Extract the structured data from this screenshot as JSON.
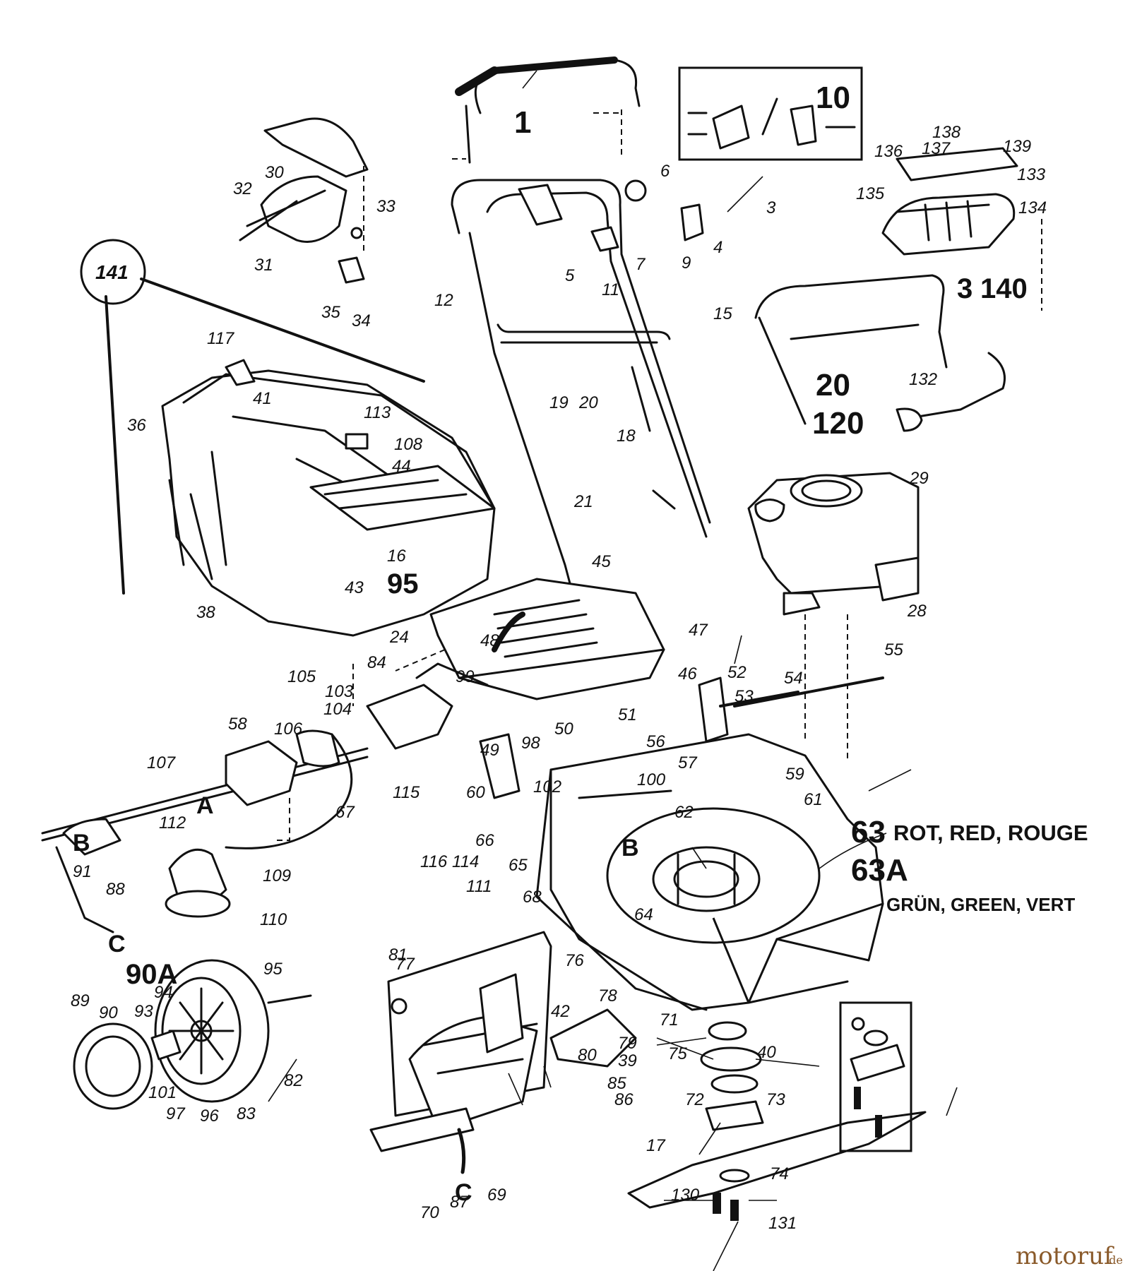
{
  "callouts": [
    {
      "id": "c1",
      "text": "1"
    },
    {
      "id": "c10",
      "text": "10"
    },
    {
      "id": "c3",
      "text": "3"
    },
    {
      "id": "c140",
      "text": "140"
    },
    {
      "id": "c20",
      "text": "20"
    },
    {
      "id": "c120",
      "text": "120"
    },
    {
      "id": "c95b",
      "text": "95"
    },
    {
      "id": "c63",
      "text": "63"
    },
    {
      "id": "c63a",
      "text": "63A"
    },
    {
      "id": "c90a",
      "text": "90A"
    }
  ],
  "color_notes": {
    "red": "ROT, RED, ROUGE",
    "green": "GRÜN, GREEN, VERT"
  },
  "letters": {
    "a": "A",
    "b": "B",
    "c": "C"
  },
  "badge": "141",
  "watermark": {
    "main": "motoruf",
    "suffix": ".de"
  },
  "part_labels": [
    "138",
    "136",
    "137",
    "139",
    "133",
    "135",
    "134",
    "6",
    "3",
    "4",
    "9",
    "7",
    "5",
    "11",
    "12",
    "30",
    "32",
    "33",
    "31",
    "35",
    "34",
    "15",
    "18",
    "19",
    "20",
    "21",
    "117",
    "41",
    "36",
    "113",
    "108",
    "44",
    "16",
    "43",
    "38",
    "45",
    "29",
    "28",
    "48",
    "47",
    "55",
    "24",
    "84",
    "99",
    "105",
    "103",
    "104",
    "106",
    "58",
    "107",
    "46",
    "52",
    "53",
    "54",
    "51",
    "50",
    "56",
    "57",
    "98",
    "49",
    "100",
    "102",
    "115",
    "67",
    "60",
    "59",
    "61",
    "62",
    "64",
    "65",
    "66",
    "68",
    "114",
    "111",
    "116",
    "112",
    "109",
    "110",
    "91",
    "88",
    "95",
    "89",
    "90",
    "93",
    "94",
    "101",
    "97",
    "96",
    "83",
    "82",
    "81",
    "77",
    "76",
    "42",
    "78",
    "79",
    "80",
    "39",
    "86",
    "85",
    "87",
    "69",
    "70",
    "71",
    "40",
    "75",
    "72",
    "73",
    "17",
    "74",
    "130",
    "131",
    "132"
  ]
}
